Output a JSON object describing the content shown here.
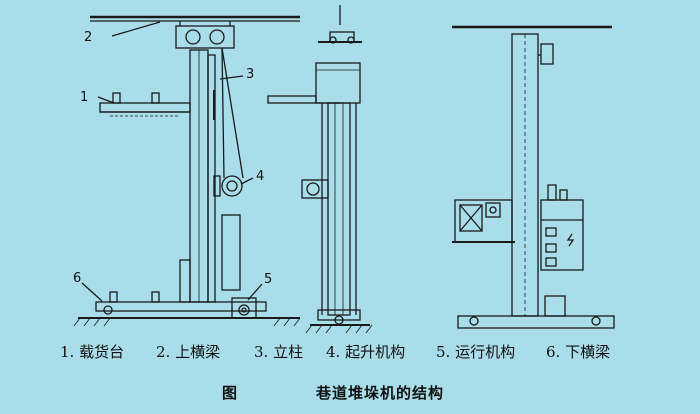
{
  "callouts": [
    "1",
    "2",
    "3",
    "4",
    "5",
    "6"
  ],
  "legend": [
    {
      "num": "1.",
      "text": "载货台"
    },
    {
      "num": "2.",
      "text": "上横梁"
    },
    {
      "num": "3.",
      "text": "立柱"
    },
    {
      "num": "4.",
      "text": "起升机构"
    },
    {
      "num": "5.",
      "text": "运行机构"
    },
    {
      "num": "6.",
      "text": "下横梁"
    }
  ],
  "figure": {
    "label": "图",
    "title": "巷道堆垛机的结构"
  },
  "colors": {
    "background": "#a9dde9",
    "line": "#1a1a1a"
  }
}
